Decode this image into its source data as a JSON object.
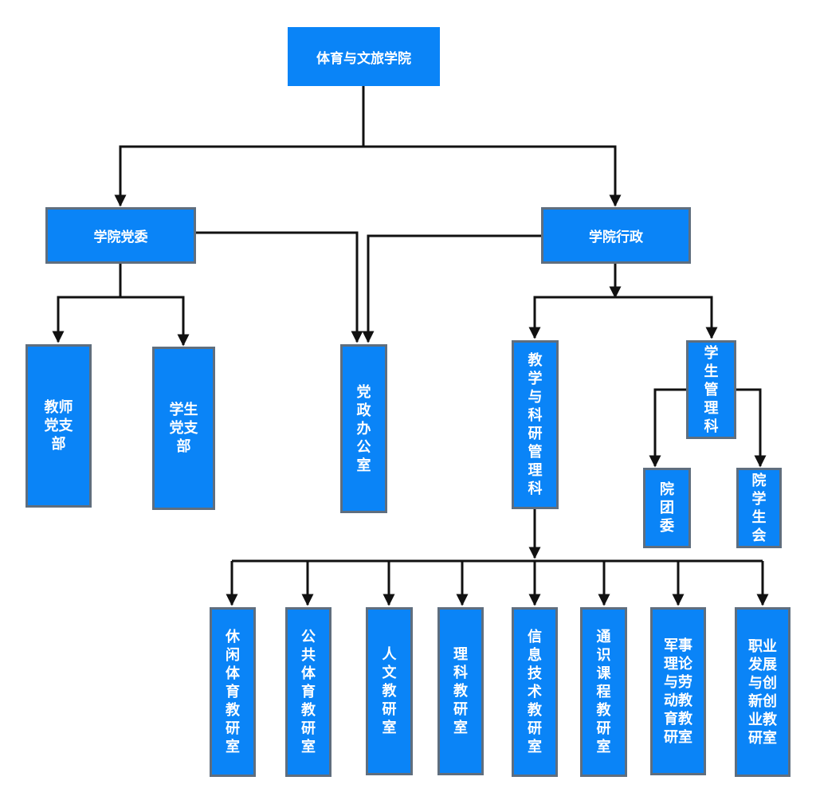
{
  "colors": {
    "box_fill": "#0a84f7",
    "box_border": "#5f6e7e",
    "line": "#111111",
    "text": "#ffffff"
  },
  "nodes": {
    "college": "体育与文旅学院",
    "party_committee": "学院党委",
    "administration": "学院行政",
    "teacher_branch": "教师\n党支\n部",
    "student_branch": "学生\n党支\n部",
    "office": "党\n政\n办\n公\n室",
    "teaching_research": "教\n学\n与\n科\n研\n管\n理\n科",
    "student_affairs": "学\n生\n管\n理\n科",
    "youth_league": "院\n团\n委",
    "student_union": "院\n学\n生\n会",
    "leisure_sports": "休\n闲\n体\n育\n教\n研\n室",
    "public_sports": "公\n共\n体\n育\n教\n研\n室",
    "humanities": "人\n文\n教\n研\n室",
    "science": "理\n科\n教\n研\n室",
    "it": "信\n息\n技\n术\n教\n研\n室",
    "general_courses": "通\n识\n课\n程\n教\n研\n室",
    "military_labor": "军事\n理论\n与劳\n动教\n育教\n研室",
    "career_innovation": "职业\n发展\n与创\n新创\n业教\n研室"
  }
}
